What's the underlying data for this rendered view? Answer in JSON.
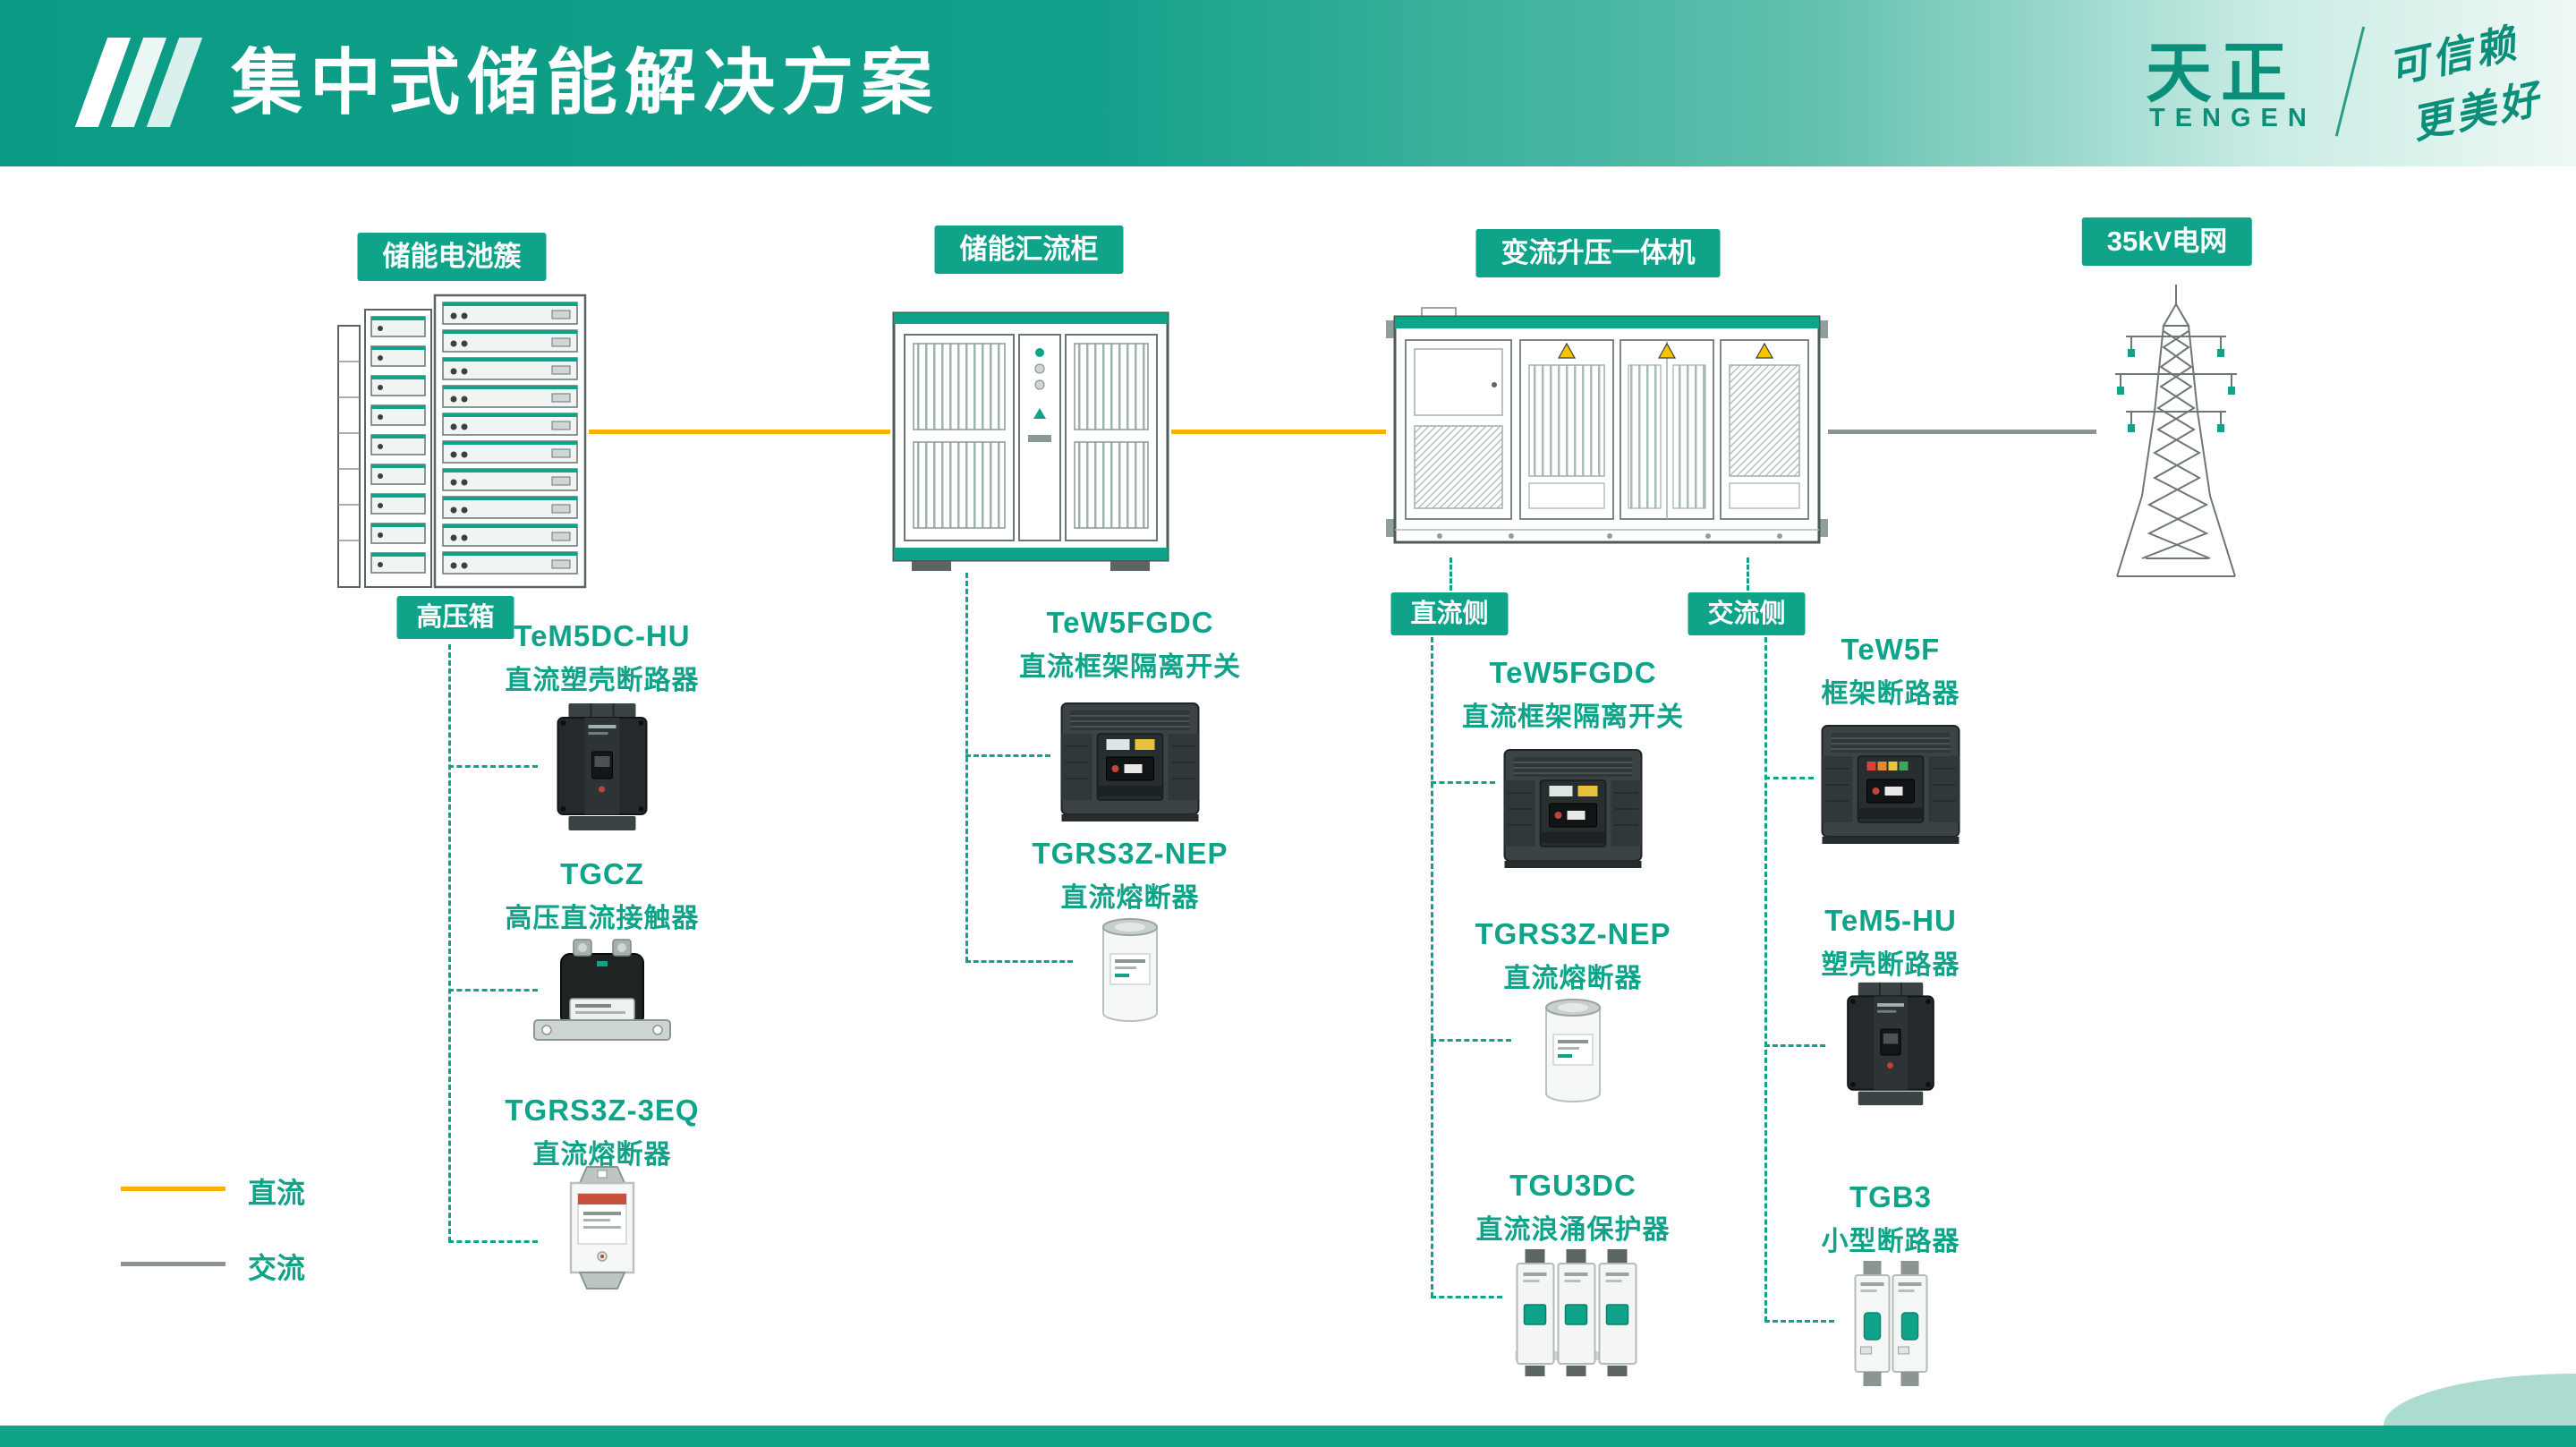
{
  "header": {
    "title": "集中式储能解决方案",
    "logo": {
      "cn": "天正",
      "en": "TENGEN"
    },
    "slogan": {
      "line1": "可信赖",
      "line2": "更美好"
    }
  },
  "units": {
    "battery": {
      "label": "储能电池簇"
    },
    "combiner": {
      "label": "储能汇流柜"
    },
    "converter": {
      "label": "变流升压一体机"
    },
    "grid": {
      "label": "35kV电网"
    }
  },
  "groups": {
    "battery": {
      "badge": "高压箱",
      "products": [
        {
          "name": "TeM5DC-HU",
          "desc": "直流塑壳断路器"
        },
        {
          "name": "TGCZ",
          "desc": "高压直流接触器"
        },
        {
          "name": "TGRS3Z-3EQ",
          "desc": "直流熔断器"
        }
      ]
    },
    "combiner": {
      "products": [
        {
          "name": "TeW5FGDC",
          "desc": "直流框架隔离开关"
        },
        {
          "name": "TGRS3Z-NEP",
          "desc": "直流熔断器"
        }
      ]
    },
    "dc_side": {
      "badge": "直流侧",
      "products": [
        {
          "name": "TeW5FGDC",
          "desc": "直流框架隔离开关"
        },
        {
          "name": "TGRS3Z-NEP",
          "desc": "直流熔断器"
        },
        {
          "name": "TGU3DC",
          "desc": "直流浪涌保护器"
        }
      ]
    },
    "ac_side": {
      "badge": "交流侧",
      "products": [
        {
          "name": "TeW5F",
          "desc": "框架断路器"
        },
        {
          "name": "TeM5-HU",
          "desc": "塑壳断路器"
        },
        {
          "name": "TGB3",
          "desc": "小型断路器"
        }
      ]
    }
  },
  "legend": {
    "dc": {
      "label": "直流",
      "color": "#F9B000"
    },
    "ac": {
      "label": "交流",
      "color": "#8C9491"
    }
  },
  "colors": {
    "accent": "#0FA38A",
    "dc_line": "#F9B000",
    "ac_line": "#8C9491"
  }
}
